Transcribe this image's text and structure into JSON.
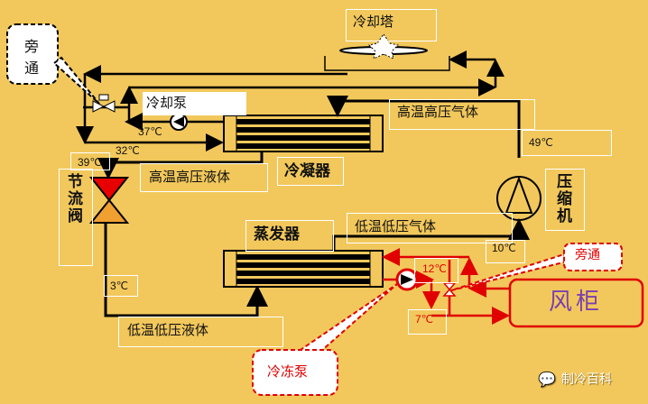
{
  "title": "制冷循环示意图",
  "components": {
    "cooling_tower": "冷却塔",
    "cooling_pump": "冷却泵",
    "condenser": "冷凝器",
    "evaporator": "蒸发器",
    "compressor": "压缩机",
    "throttle_valve": "节流阀",
    "chilled_pump": "冷冻泵",
    "fan_coil": "风柜",
    "bypass_left": "旁通",
    "bypass_right": "旁通"
  },
  "states": {
    "hthp_gas": "高温高压气体",
    "hthp_liquid": "高温高压液体",
    "ltlp_gas": "低温低压气体",
    "ltlp_liquid": "低温低压液体"
  },
  "temperatures": {
    "cooling_return": "37℃",
    "cooling_supply": "32℃",
    "condenser_out": "39℃",
    "discharge": "49℃",
    "suction": "10℃",
    "evap_in": "3℃",
    "chilled_return": "12℃",
    "chilled_supply": "7℃"
  },
  "colors": {
    "background": "#f2c85c",
    "refrigerant_line": "#000000",
    "chilled_water": "#e00000",
    "fan_coil_text": "#7a3fb0",
    "valve_top": "#e80000",
    "valve_bottom": "#f0a030"
  },
  "watermark": "制冷百科"
}
